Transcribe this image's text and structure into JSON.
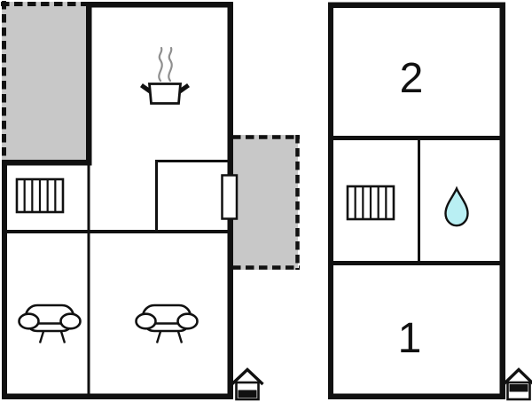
{
  "floor_plan": {
    "colors": {
      "background": "#ffffff",
      "wall": "#111111",
      "terrace_fill": "#c8c8c8",
      "water_drop_fill": "#b9eff3",
      "steam": "#8f8f8f",
      "fixture_fill": "#ffffff"
    },
    "ground_floor": {
      "icons": [
        "cooking-pot-icon",
        "radiator-icon",
        "sofa-icon",
        "sofa-icon",
        "house-marker-icon"
      ],
      "terraces": [
        "top-left-terrace",
        "right-terrace"
      ]
    },
    "upper_floor": {
      "room_labels": [
        "2",
        "1"
      ],
      "icons": [
        "radiator-icon",
        "water-drop-icon",
        "house-marker-icon"
      ]
    }
  }
}
